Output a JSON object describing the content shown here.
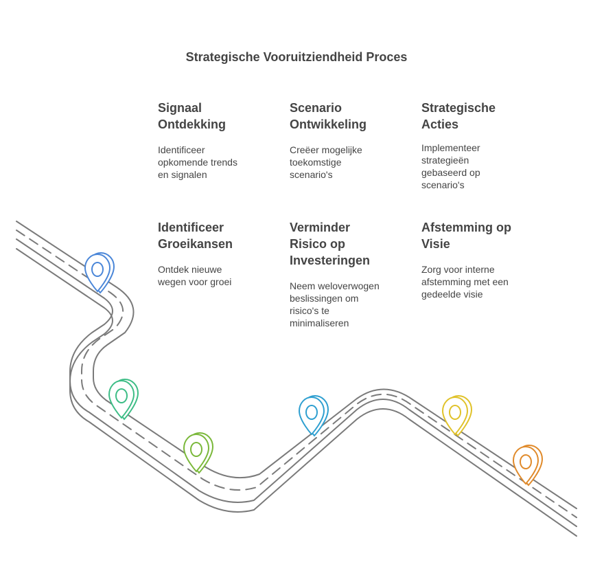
{
  "title": "Strategische Vooruitziendheid Proces",
  "steps": [
    {
      "title": "Signaal\nOntdekking",
      "description": "Identificeer\nopkomende trends\nen signalen",
      "color": "#4a86d8"
    },
    {
      "title": "Scenario\nOntwikkeling",
      "description": "Creëer mogelijke\ntoekomstige\nscenario's",
      "color": "#2e9fd0"
    },
    {
      "title": "Strategische\nActies",
      "description": "Implementeer\nstrategieën\ngebaseerd op\nscenario's",
      "color": "#e0c22a"
    },
    {
      "title": "Identificeer\nGroeikansen",
      "description": "Ontdek nieuwe\nwegen voor groei",
      "color": "#3dbd86"
    },
    {
      "title": "Verminder\nRisico op\nInvesteringen",
      "description": "Neem weloverwogen\nbeslissingen om\nrisico's te\nminimaliseren",
      "color": "#7ab83a"
    },
    {
      "title": "Afstemming op\nVisie",
      "description": "Zorg voor interne\nafstemming met een\ngedeelde visie",
      "color": "#e08a2a"
    }
  ]
}
